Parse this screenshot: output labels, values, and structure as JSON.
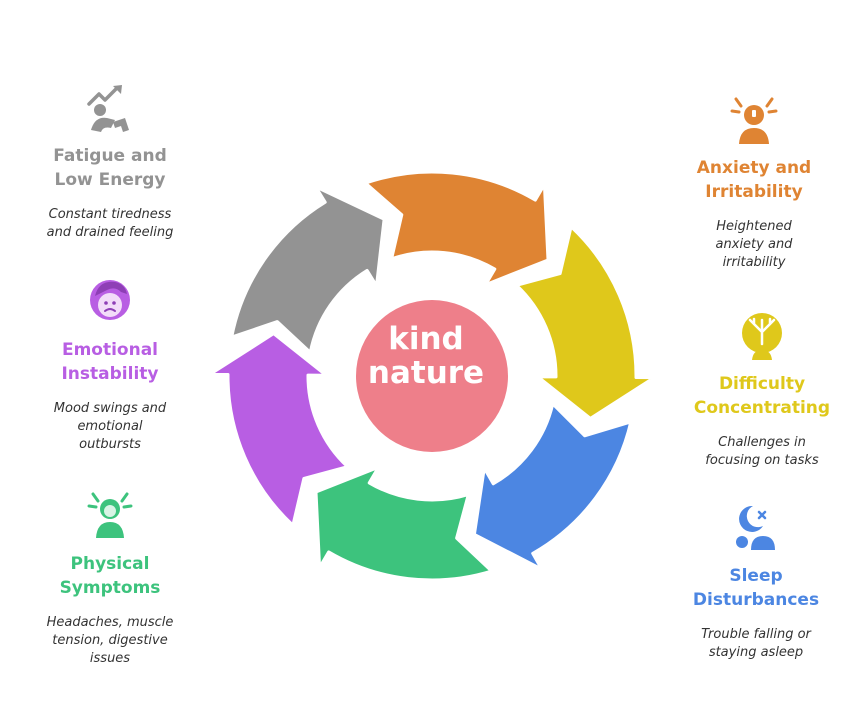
{
  "center": {
    "logo_text": "kind\nnature",
    "color": "#ee7f8a"
  },
  "segments": [
    {
      "id": "anxiety",
      "color": "#df8433",
      "title": "Anxiety and\nIrritability",
      "description": "Heightened\nanxiety and\nirritability",
      "icon": "stressed-person-icon"
    },
    {
      "id": "concentration",
      "color": "#dfc81b",
      "title": "Difficulty\nConcentrating",
      "description": "Challenges in\nfocusing on tasks",
      "icon": "scattered-mind-icon"
    },
    {
      "id": "sleep",
      "color": "#4c86e2",
      "title": "Sleep\nDisturbances",
      "description": "Trouble falling or\nstaying asleep",
      "icon": "sleepless-icon"
    },
    {
      "id": "physical",
      "color": "#3dc37d",
      "title": "Physical\nSymptoms",
      "description": "Headaches, muscle\ntension, digestive\nissues",
      "icon": "tense-person-icon"
    },
    {
      "id": "emotional",
      "color": "#b85ee3",
      "title": "Emotional\nInstability",
      "description": "Mood swings and\nemotional\noutbursts",
      "icon": "emotional-face-icon"
    },
    {
      "id": "fatigue",
      "color": "#939393",
      "title": "Fatigue and\nLow Energy",
      "description": "Constant tiredness\nand drained feeling",
      "icon": "exhausted-person-icon"
    }
  ]
}
